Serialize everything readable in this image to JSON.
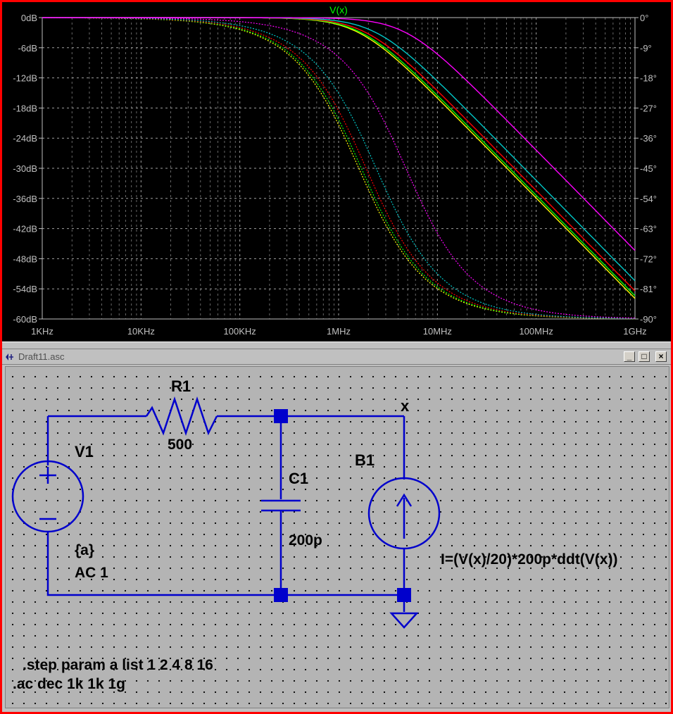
{
  "plot": {
    "trace_label": "V(x)",
    "trace_label_color": "#00ff00",
    "y_left_ticks": [
      "0dB",
      "-6dB",
      "-12dB",
      "-18dB",
      "-24dB",
      "-30dB",
      "-36dB",
      "-42dB",
      "-48dB",
      "-54dB",
      "-60dB"
    ],
    "y_right_ticks": [
      "0°",
      "-9°",
      "-18°",
      "-27°",
      "-36°",
      "-45°",
      "-54°",
      "-63°",
      "-72°",
      "-81°",
      "-90°"
    ],
    "x_ticks": [
      "1KHz",
      "10KHz",
      "100KHz",
      "1MHz",
      "10MHz",
      "100MHz",
      "1GHz"
    ]
  },
  "chart_data": {
    "type": "line",
    "title": "V(x)",
    "x_scale": "log",
    "x_unit": "Hz",
    "xlim": [
      1000,
      1000000000
    ],
    "ylim_left_db": [
      -60,
      0
    ],
    "ylim_right_deg": [
      -90,
      0
    ],
    "grid": true,
    "series": [
      {
        "color": "#ffff00",
        "magnitude_corner_hz": 1600000,
        "phase_corner_hz": 1600000
      },
      {
        "color": "#00ff00",
        "magnitude_corner_hz": 1700000,
        "phase_corner_hz": 1700000
      },
      {
        "color": "#ff0000",
        "magnitude_corner_hz": 1900000,
        "phase_corner_hz": 1900000
      },
      {
        "color": "#00c8c8",
        "magnitude_corner_hz": 2400000,
        "phase_corner_hz": 2400000
      },
      {
        "color": "#ff00ff",
        "magnitude_corner_hz": 4800000,
        "phase_corner_hz": 4800000
      }
    ]
  },
  "window": {
    "title": "Draft11.asc",
    "minimize": "_",
    "maximize": "□",
    "close": "×"
  },
  "schematic": {
    "r1_name": "R1",
    "r1_value": "500",
    "v1_name": "V1",
    "v1_value1": "{a}",
    "v1_value2": "AC 1",
    "c1_name": "C1",
    "c1_value": "200p",
    "b1_name": "B1",
    "b1_expr": "I=(V(x)/20)*200p*ddt(V(x))",
    "net_label": "x",
    "directive1": ".step param a list  1 2 4 8 16",
    "directive2": ".ac dec 1k 1k 1g",
    "wire_color": "#0000cc"
  }
}
